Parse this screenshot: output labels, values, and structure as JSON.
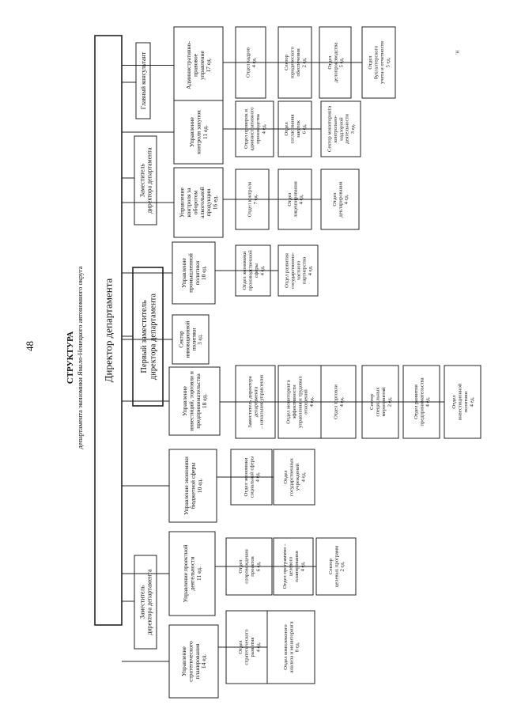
{
  "page_number": "48",
  "corner_mark": "н.",
  "header": {
    "title": "СТРУКТУРА",
    "subtitle": "департамента экономики Ямало-Ненецкого автономного округа"
  },
  "director": "Директор департамента",
  "chief_consultant": "Главный консультант",
  "deputies": {
    "first": [
      "Первый заместитель",
      "директора департамента"
    ],
    "deputy_control": [
      "Заместитель",
      "директора департамента"
    ],
    "deputy_planning": [
      "Заместитель",
      "директора департамента"
    ]
  },
  "divisions": [
    {
      "name": [
        "Административно-",
        "правовое",
        "управление",
        "17 ед."
      ],
      "subunits": [
        {
          "name": [
            "Отдел кадров",
            "4 ед."
          ]
        },
        {
          "name": [
            "Сектор",
            "юридического",
            "обеспечения",
            "2 ед."
          ]
        },
        {
          "name": [
            "Отдел",
            "делопроизводства",
            "5 ед."
          ]
        },
        {
          "name": [
            "Отдел",
            "бухгалтерского",
            "учета и отчетности",
            "5 ед."
          ]
        }
      ]
    },
    {
      "name": [
        "Управление",
        "контроля закупок",
        "11 ед."
      ],
      "subunits": [
        {
          "name": [
            "Отдел проверок и",
            "административного",
            "производства",
            "4 ед."
          ]
        },
        {
          "name": [
            "Отдел",
            "согласования",
            "закупок",
            "6 ед."
          ]
        },
        {
          "name": [
            "Сектор мониторинга",
            "контрольно-",
            "надзорной",
            "деятельности",
            "3 ед."
          ]
        }
      ]
    },
    {
      "name": [
        "Управление",
        "контроля за",
        "оборотом",
        "алкогольной",
        "продукции",
        "16 ед."
      ],
      "subunits": [
        {
          "name": [
            "Отдел контроля",
            "7 ед."
          ]
        },
        {
          "name": [
            "Отдел",
            "лицензирования",
            "4 ед."
          ]
        },
        {
          "name": [
            "Отдел",
            "декларирования",
            "4 ед."
          ]
        }
      ]
    },
    {
      "name": [
        "Управление",
        "промышленной",
        "политики",
        "10 ед."
      ],
      "subunits": [
        {
          "name": [
            "Отдел экономики",
            "производственной",
            "сферы",
            "4 ед."
          ]
        },
        {
          "name": [
            "Отдел развития",
            "государственно-",
            "частного",
            "партнерства",
            "4 ед."
          ]
        }
      ]
    },
    {
      "name": [
        "Сектор",
        "инновационной",
        "политики",
        "3 ед."
      ],
      "subunits": []
    },
    {
      "name": [
        "Управление",
        "инвестиций, торговли и",
        "предпринимательства",
        "18 ед."
      ],
      "subunits": [
        {
          "name": [
            "Заместитель директора",
            "департамента",
            "– начальник управления"
          ]
        },
        {
          "name": [
            "Отдел мониторинга",
            "эффективности",
            "управления и трудовых",
            "отношений",
            "4 ед."
          ]
        },
        {
          "name": [
            "Отдел торговли",
            "4 ед."
          ]
        },
        {
          "name": [
            "Сектор",
            "специальных",
            "мероприятий",
            "2 ед."
          ]
        },
        {
          "name": [
            "Отдел развития",
            "предпринимательства",
            "4 ед."
          ]
        },
        {
          "name": [
            "Отдел",
            "инвестиционной",
            "политики",
            "4 ед."
          ]
        }
      ]
    },
    {
      "name": [
        "Управление экономики",
        "бюджетной сферы",
        "10 ед."
      ],
      "subunits": [
        {
          "name": [
            "Отдел экономики",
            "социальной сферы",
            "4 ед."
          ]
        },
        {
          "name": [
            "Отдел",
            "государственных",
            "учреждений",
            "4 ед."
          ]
        }
      ]
    },
    {
      "name": [
        "Управление проектной",
        "деятельности",
        "11 ед."
      ],
      "subunits": [
        {
          "name": [
            "Отдел",
            "сопровождения",
            "проектов",
            "6 ед."
          ]
        },
        {
          "name": [
            "Отдел программно -",
            "целевого",
            "планирования",
            "4 ед."
          ]
        },
        {
          "name": [
            "Сектор",
            "целевых программ",
            "2 ед."
          ]
        }
      ]
    },
    {
      "name": [
        "Управление",
        "стратегического",
        "планирования",
        "14 ед."
      ],
      "subunits": [
        {
          "name": [
            "Отдел",
            "стратегического",
            "развития",
            "4 ед."
          ]
        },
        {
          "name": [
            "Отдел комплексного",
            "анализа и мониторинга",
            "8 ед."
          ]
        }
      ]
    }
  ]
}
